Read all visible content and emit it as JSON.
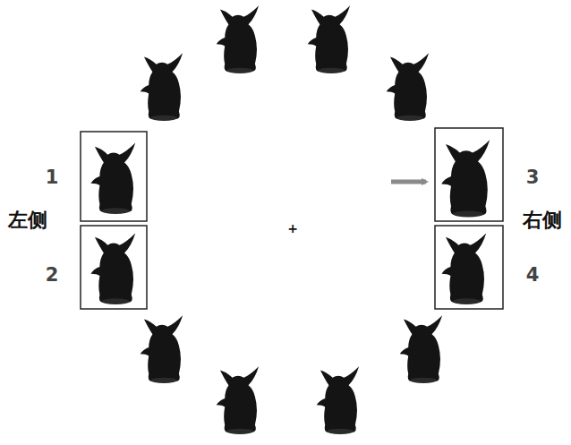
{
  "diagram": {
    "labels": [
      "1",
      "左侧",
      "2",
      "+",
      "3",
      "右侧",
      "4"
    ]
  }
}
